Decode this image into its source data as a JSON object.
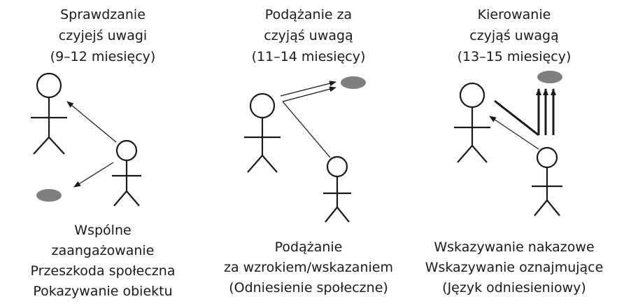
{
  "panels": [
    {
      "title": [
        "Sprawdzanie",
        "czyjejś uwagi",
        "(9–12 miesięcy)"
      ],
      "caption": [
        "Wspólne",
        "zaangażowanie",
        "Przeszkoda społeczna",
        "Pokazywanie obiektu"
      ]
    },
    {
      "title": [
        "Podążanie za",
        "czyjąś uwagą",
        "(11–14 miesięcy)"
      ],
      "caption": [
        "Podążanie",
        "za wzrokiem/wskazaniem",
        "(Odniesienie społeczne)"
      ]
    },
    {
      "title": [
        "Kierowanie",
        "czyjąś uwagą",
        "(13–15 miesięcy)"
      ],
      "caption": [
        "Wskazywanie nakazowe",
        "Wskazywanie oznajmujące",
        "(Język odniesieniowy)"
      ]
    }
  ],
  "colors": {
    "object": "#7f7f7f",
    "line": "#1a1a1a"
  }
}
